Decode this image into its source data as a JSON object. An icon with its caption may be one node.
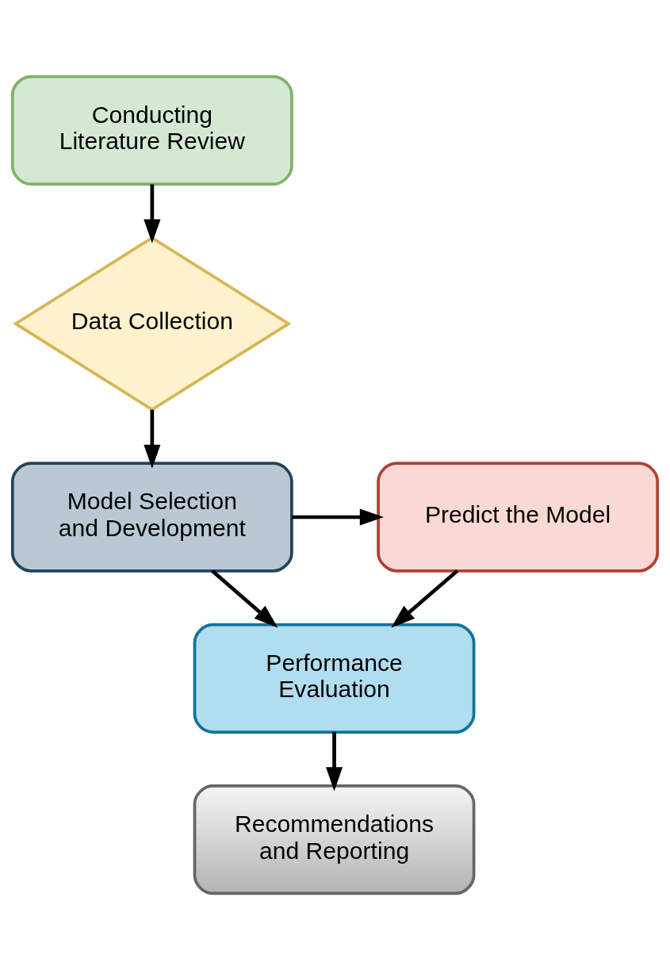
{
  "diagram": {
    "nodes": [
      {
        "text": [
          "Conducting Literature Review"
        ]
      },
      {
        "text": [
          "Data Collection"
        ]
      },
      {
        "text": [
          "Model Selection and Development"
        ]
      },
      {
        "text": [
          "Predict the Model"
        ]
      },
      {
        "text": [
          "Performance Evaluation"
        ]
      },
      {
        "text": [
          "Recommendations and Reporting"
        ]
      }
    ],
    "edges": [
      {
        "from": 0,
        "to": 1,
        "arrow": "to"
      },
      {
        "from": 1,
        "to": 2,
        "arrow": "to"
      },
      {
        "from": 2,
        "to": 3,
        "arrow": "to"
      },
      {
        "from": 3,
        "to": 4,
        "arrow": "to"
      },
      {
        "from": 2,
        "to": 4,
        "arrow": "to"
      },
      {
        "from": 4,
        "to": 5,
        "arrow": "to"
      }
    ]
  }
}
